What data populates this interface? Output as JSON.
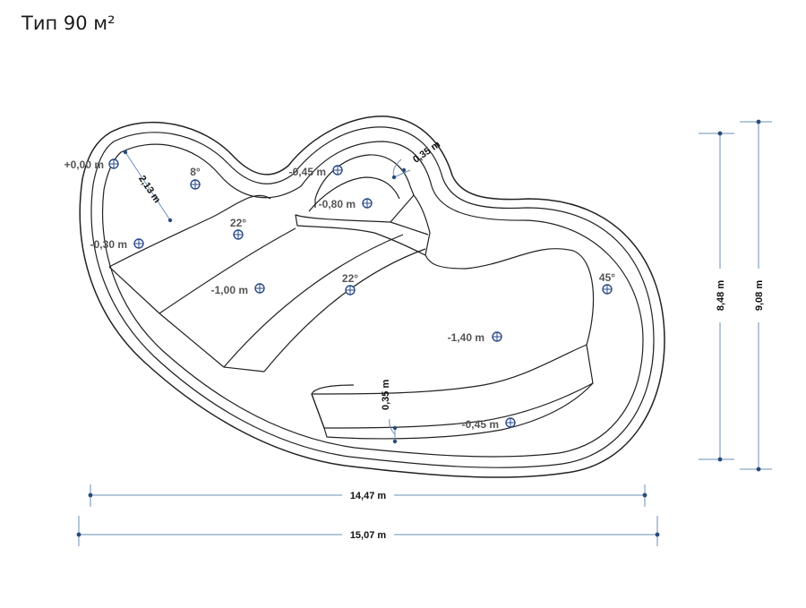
{
  "title": "Тип 90 м²",
  "dimensions": {
    "inner_length": "14,47 m",
    "outer_length": "15,07 m",
    "inner_width": "8,48 m",
    "outer_width": "9,08 m",
    "step_width": "2,13 m",
    "small_step_top": "0,35 m",
    "small_step_bottom": "0,35 m"
  },
  "depth_labels": {
    "top_left": "+0,00 m",
    "step_left": "-0,30 m",
    "mid_left": "-1,00 m",
    "round_step_outer": "-0,45 m",
    "round_step_inner": "-0,80 m",
    "deep": "-1,40 m",
    "bench": "-0,45 m"
  },
  "angle_labels": {
    "a1": "8°",
    "a2": "22°",
    "a3": "22°",
    "a4": "45°"
  }
}
